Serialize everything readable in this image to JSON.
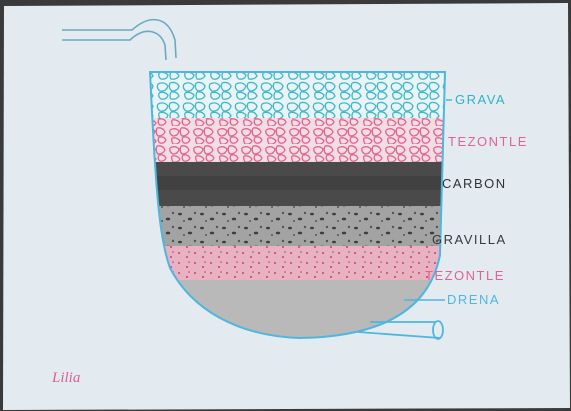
{
  "diagram": {
    "colors": {
      "paper": "#e4ebf0",
      "outline": "#4fb6dd",
      "grava": "#3fb8c9",
      "tezontle": "#e0648f",
      "carbon": "#4a4a4a",
      "gravilla": "#8c8c8c",
      "arena": "#b9b9b9"
    },
    "layers": [
      {
        "key": "grava",
        "label": "GRAVA"
      },
      {
        "key": "tezontle_top",
        "label": "TEZONTLE"
      },
      {
        "key": "carbon",
        "label": "CARBON"
      },
      {
        "key": "gravilla",
        "label": "GRAVILLA"
      },
      {
        "key": "tezontle_bottom",
        "label": "TEZONTLE"
      }
    ],
    "drain_label": "DRENA",
    "signature": "Lilia"
  }
}
